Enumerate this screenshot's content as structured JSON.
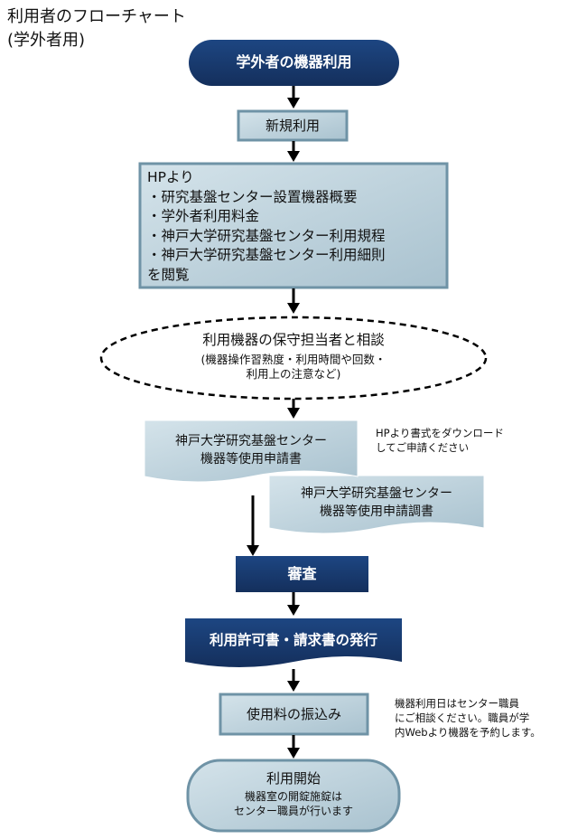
{
  "title": {
    "line1": "利用者のフローチャート",
    "line2": "(学外者用)"
  },
  "flow": {
    "start": "学外者の機器利用",
    "new_use": "新規利用",
    "hp": {
      "heading": "HPより",
      "items": [
        "・研究基盤センター設置機器概要",
        "・学外者利用料金",
        "・神戸大学研究基盤センター利用規程",
        "・神戸大学研究基盤センター利用細則"
      ],
      "footer": "を閲覧"
    },
    "consult": {
      "main": "利用機器の保守担当者と相談",
      "sub1": "(機器操作習熟度・利用時間や回数・",
      "sub2": "利用上の注意など)"
    },
    "doc1": {
      "line1": "神戸大学研究基盤センター",
      "line2": "機器等使用申請書"
    },
    "doc2": {
      "line1": "神戸大学研究基盤センター",
      "line2": "機器等使用申請調書"
    },
    "doc_note": {
      "line1": "HPより書式をダウンロード",
      "line2": "してご申請ください"
    },
    "review": "審査",
    "issue": "利用許可書・請求書の発行",
    "payment": "使用料の振込み",
    "payment_note": {
      "line1": "機器利用日はセンター職員",
      "line2": "にご相談ください。職員が学",
      "line3": "内Webより機器を予約します。"
    },
    "end": {
      "main": "利用開始",
      "sub1": "機器室の開錠施錠は",
      "sub2": "センター職員が行います"
    }
  },
  "colors": {
    "navy": "#17396e",
    "box_fill": "#b6cdd9",
    "box_border": "#6f93a6",
    "arrow": "#000000"
  }
}
